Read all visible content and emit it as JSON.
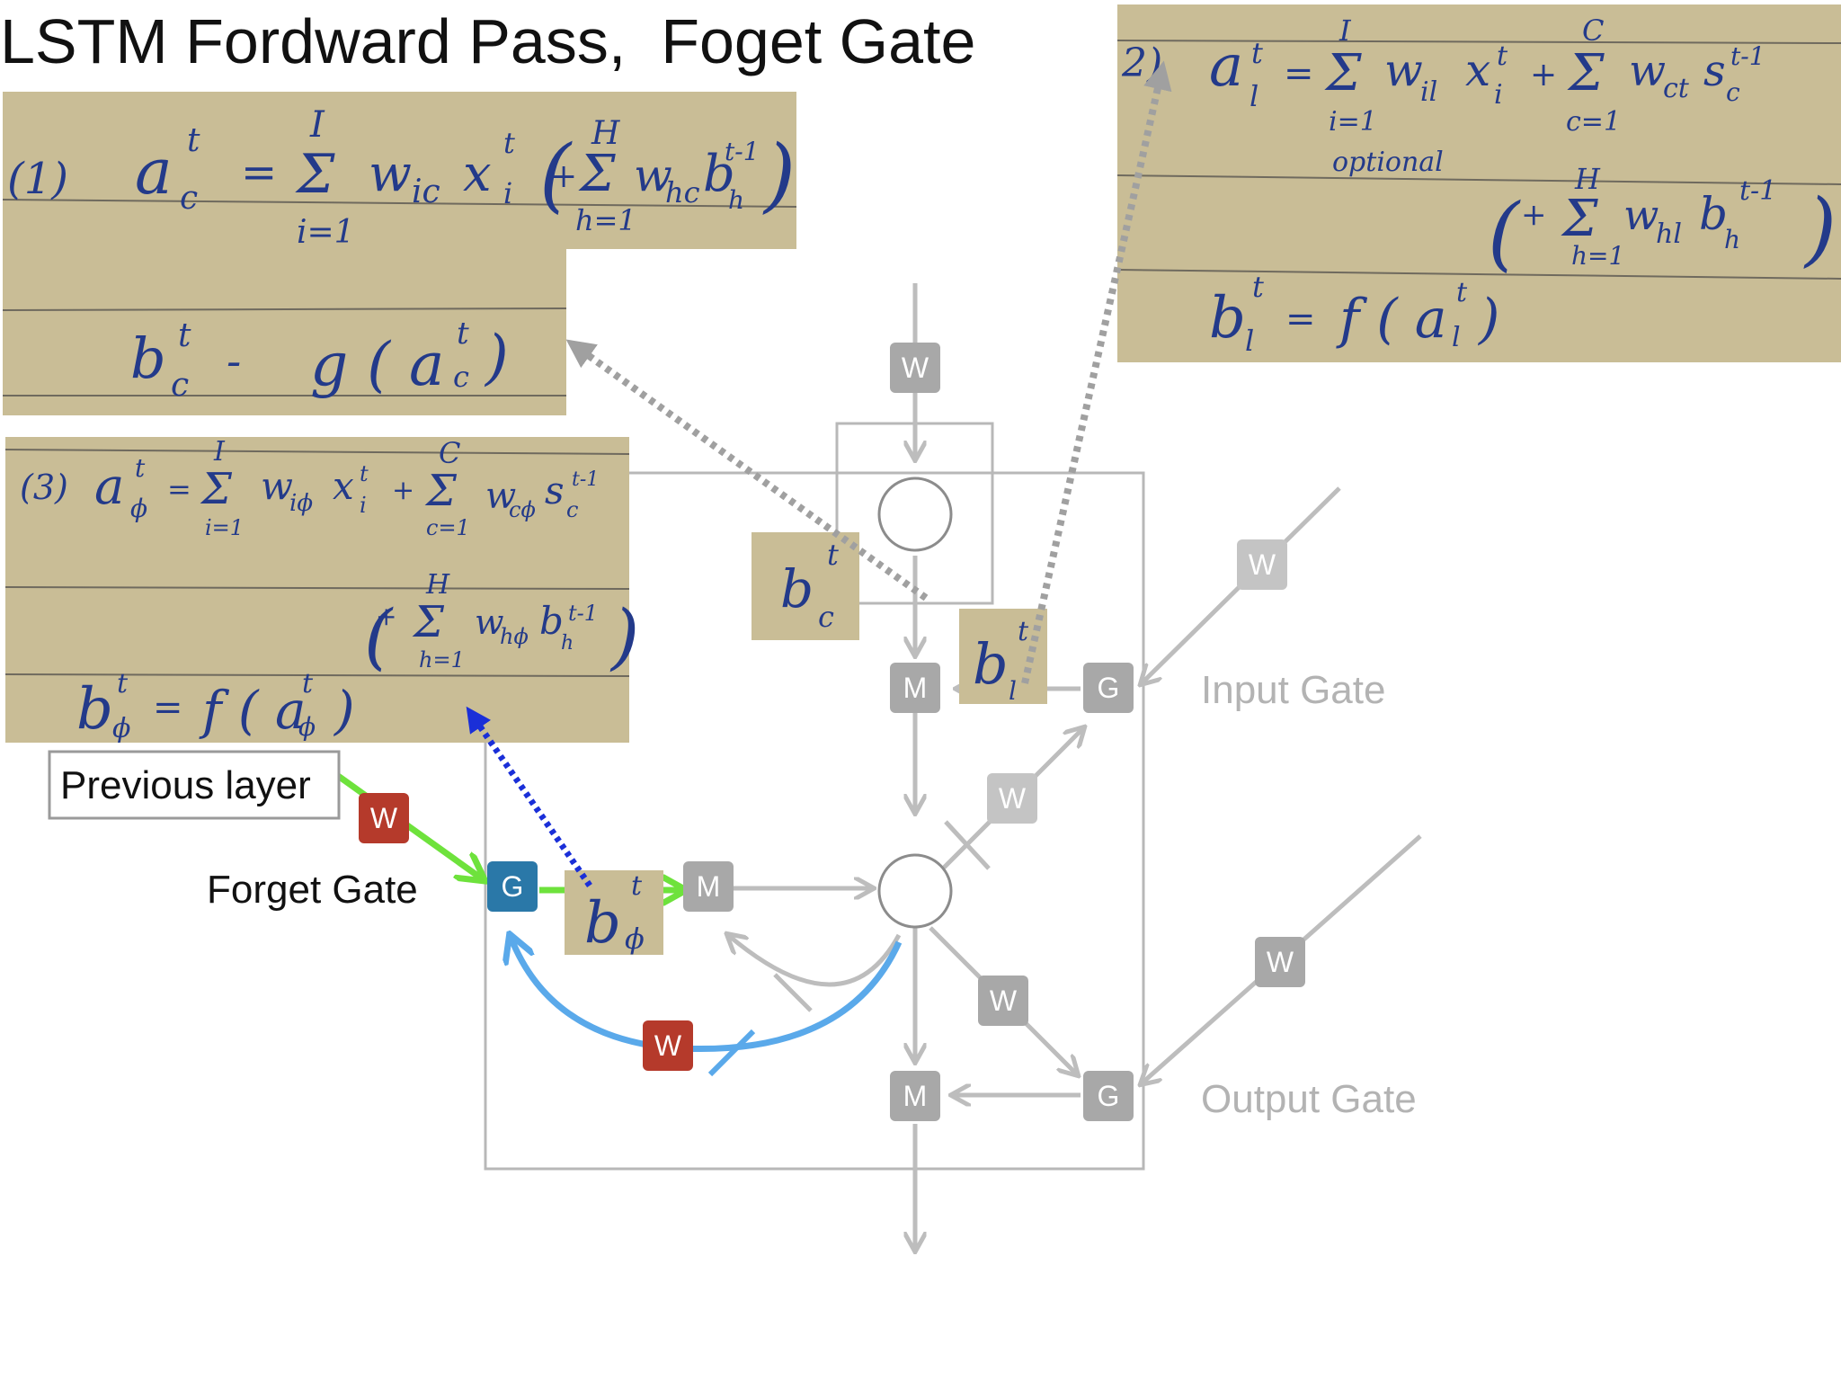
{
  "title": "LSTM Fordward Pass,  Foget Gate",
  "labels": {
    "previous_layer": "Previous layer",
    "forget_gate": "Forget Gate",
    "input_gate": "Input Gate",
    "output_gate": "Output Gate"
  },
  "nodes": {
    "w": "W",
    "m": "M",
    "g": "G"
  },
  "photo_cell_input": {
    "number": "(1)",
    "eq1_lhs": "a",
    "eq1_lhs_sup": "t",
    "eq1_lhs_sub": "c",
    "eq1_sum1_top": "I",
    "eq1_sum1_bottom": "i=1",
    "eq1_term1": "w",
    "eq1_term1_sub": "ic",
    "eq1_term1_var": "x",
    "eq1_term1_var_sup": "t",
    "eq1_term1_var_sub": "i",
    "eq1_sum2_top": "H",
    "eq1_sum2_bottom": "h=1",
    "eq1_term2": "w",
    "eq1_term2_sub": "hc",
    "eq1_term2_var": "b",
    "eq1_term2_var_sup": "t-1",
    "eq1_term2_var_sub": "h",
    "eq2_lhs": "b",
    "eq2_lhs_sup": "t",
    "eq2_lhs_sub": "c",
    "eq2_rhs": "g ( a",
    "eq2_rhs_sup": "t",
    "eq2_rhs_sub": "c",
    "eq2_close": ")"
  },
  "photo_input_gate": {
    "number": "2)",
    "eq1_lhs": "a",
    "eq1_lhs_sup": "t",
    "eq1_lhs_sub": "l",
    "eq1_sum1_top": "I",
    "eq1_sum1_bottom": "i=1",
    "eq1_term1": "w",
    "eq1_term1_sub": "il",
    "eq1_term1_var": "x",
    "eq1_term1_var_sup": "t",
    "eq1_term1_var_sub": "i",
    "eq1_sum2_top": "C",
    "eq1_sum2_bottom": "c=1",
    "eq1_term2": "w",
    "eq1_term2_sub": "ct",
    "eq1_term2_var": "s",
    "eq1_term2_var_sup": "t-1",
    "eq1_term2_var_sub": "c",
    "optional": "optional",
    "eq1b_sum_top": "H",
    "eq1b_sum_bottom": "h=1",
    "eq1b_term": "w",
    "eq1b_term_sub": "hl",
    "eq1b_var": "b",
    "eq1b_var_sup": "t-1",
    "eq1b_var_sub": "h",
    "eq2_lhs": "b",
    "eq2_lhs_sup": "t",
    "eq2_lhs_sub": "l",
    "eq2_rhs": "f ( a",
    "eq2_rhs_sup": "t",
    "eq2_rhs_sub": "l",
    "eq2_close": ")"
  },
  "photo_forget_gate": {
    "number": "(3)",
    "eq1_lhs": "a",
    "eq1_lhs_sup": "t",
    "eq1_lhs_sub": "ϕ",
    "eq1_sum1_top": "I",
    "eq1_sum1_bottom": "i=1",
    "eq1_term1": "w",
    "eq1_term1_sub": "iϕ",
    "eq1_term1_var": "x",
    "eq1_term1_var_sup": "t",
    "eq1_term1_var_sub": "i",
    "eq1_sum2_top": "C",
    "eq1_sum2_bottom": "c=1",
    "eq1_term2": "w",
    "eq1_term2_sub": "cϕ",
    "eq1_term2_var": "s",
    "eq1_term2_var_sup": "t-1",
    "eq1_term2_var_sub": "c",
    "eq1b_sum_top": "H",
    "eq1b_sum_bottom": "h=1",
    "eq1b_term": "w",
    "eq1b_term_sub": "hϕ",
    "eq1b_var": "b",
    "eq1b_var_sup": "t-1",
    "eq1b_var_sub": "h",
    "eq2_lhs": "b",
    "eq2_lhs_sup": "t",
    "eq2_lhs_sub": "ϕ",
    "eq2_rhs": "f ( a",
    "eq2_rhs_sup": "t",
    "eq2_rhs_sub": "ϕ",
    "eq2_close": ")"
  },
  "photo_bc": {
    "var": "b",
    "sup": "t",
    "sub": "c"
  },
  "photo_bl": {
    "var": "b",
    "sup": "t",
    "sub": "l"
  },
  "photo_bphi": {
    "var": "b",
    "sup": "t",
    "sub": "ϕ"
  },
  "colors": {
    "grey_node": "#a8a8a8",
    "grey_line": "#bdbdbd",
    "red_node": "#b53a2b",
    "blue_node": "#2a78a8",
    "green_arrow": "#6ee23c",
    "light_blue_arrow": "#5aa9ea",
    "dark_blue_dotted": "#1a2fd8",
    "grey_dotted": "#a0a0a0",
    "photo_paper": "#c9bd96",
    "ink": "#233a8a"
  }
}
